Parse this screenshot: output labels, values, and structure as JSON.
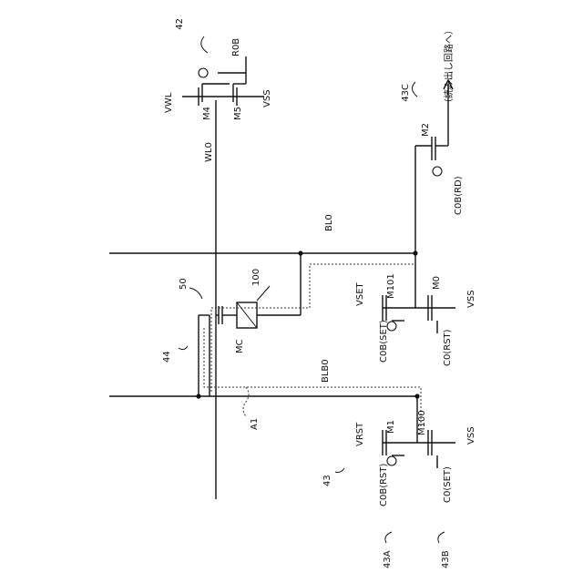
{
  "labels": {
    "ref_42": "42",
    "ref_43c": "43C",
    "ref_44": "44",
    "ref_50": "50",
    "ref_43": "43",
    "ref_43a": "43A",
    "ref_43b": "43B",
    "ref_100": "100",
    "rob": "R0B",
    "vwl": "VWL",
    "m4": "M4",
    "m5": "M5",
    "vss_top": "VSS",
    "wl0": "WL0",
    "m2": "M2",
    "readout": "（読み出し回路へ）",
    "c0b_rd": "C0B(RD)",
    "bl0": "BL0",
    "blb0": "BLB0",
    "vset": "VSET",
    "m101": "M101",
    "m0": "M0",
    "vss_mid": "VSS",
    "c0b_set": "C0B(SET)",
    "c0_rst": "C0(RST)",
    "mc": "MC",
    "a1": "A1",
    "vrst": "VRST",
    "m1": "M1",
    "m100": "M100",
    "vss_bot": "VSS",
    "c0b_rst": "C0B(RST)",
    "c0_set": "C0(SET)"
  },
  "colors": {
    "line": "#111111",
    "background": "#ffffff"
  }
}
